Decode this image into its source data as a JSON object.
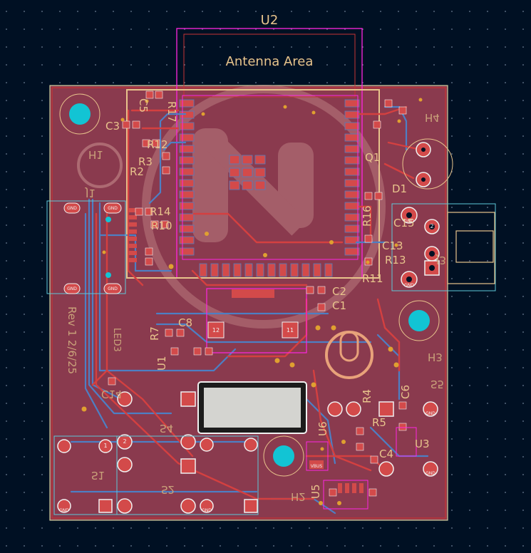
{
  "module": {
    "ref": "U2",
    "keepout_label": "Antenna Area"
  },
  "references": {
    "c5": "C5",
    "c3": "C3",
    "r12": "R12",
    "r3": "R3",
    "r2": "R2",
    "r14": "R14",
    "r10": "R10",
    "r16": "R16",
    "r13": "R13",
    "c13": "C13",
    "r11": "R11",
    "c15": "C15",
    "q1": "Q1",
    "d1": "D1",
    "c2": "C2",
    "c1": "C1",
    "r7": "R7",
    "c8": "C8",
    "u1": "U1",
    "u3": "U3",
    "u5": "U5",
    "u6": "U6",
    "c4": "C4",
    "r5": "R5",
    "r4": "R4",
    "c6": "C6",
    "j1": "J1",
    "h1": "H1",
    "h2": "H2",
    "h3": "H3",
    "h4": "H4",
    "s1": "S1",
    "s2": "S2",
    "s4": "S4",
    "s5": "S5",
    "c14": "C14",
    "led3": "LED3",
    "j3": "J3",
    "r17": "R17"
  },
  "revision_text": "Rev 1 2/6/25",
  "pin_labels": {
    "gnd": "GND",
    "vbus": "VBUS",
    "pad_1": "1",
    "pad_2": "2",
    "pad_12": "12",
    "pad_11": "11"
  },
  "colors": {
    "background": "#001023",
    "board_fill": "#8a3a4e",
    "copper_front": "#c83434",
    "copper_back": "#4d7fc4",
    "pad": "#d34a4a",
    "courtyard": "#ff26e2",
    "silk": "#e8c48c",
    "edge_cut": "#d0d0a0",
    "hole": "#12c4d4",
    "fab_outline": "#5ec8d8"
  }
}
